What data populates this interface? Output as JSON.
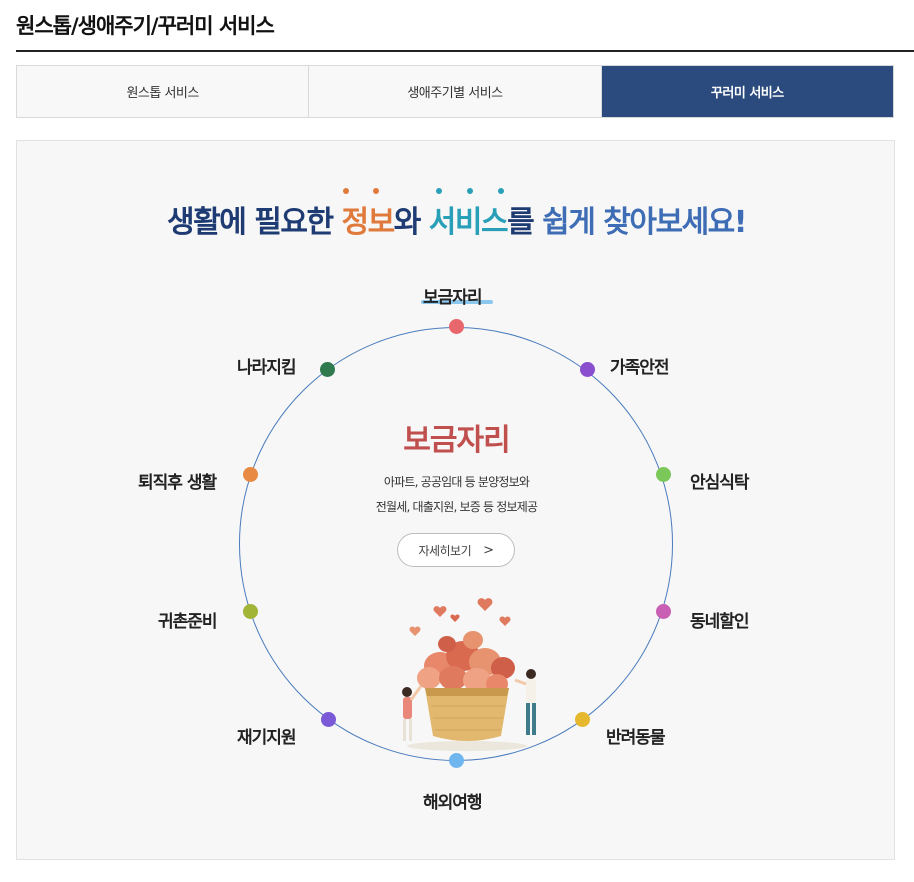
{
  "page": {
    "title": "원스톱/생애주기/꾸러미 서비스"
  },
  "tabs": [
    {
      "label": "원스톱 서비스",
      "active": false
    },
    {
      "label": "생애주기별 서비스",
      "active": false
    },
    {
      "label": "꾸러미 서비스",
      "active": true
    }
  ],
  "headline": {
    "part1": "생활에 필요한 ",
    "part2": "정보",
    "part3": "와 ",
    "part4": "서비스",
    "part5": "를 ",
    "part6": "쉽게 찾아보세요!"
  },
  "circle": {
    "items": [
      {
        "label": "보금자리",
        "color": "#e8676c",
        "selected": true
      },
      {
        "label": "가족안전",
        "color": "#8a4fcf"
      },
      {
        "label": "안심식탁",
        "color": "#7cc75a"
      },
      {
        "label": "동네할인",
        "color": "#c95fb3"
      },
      {
        "label": "반려동물",
        "color": "#e6b82e"
      },
      {
        "label": "해외여행",
        "color": "#6fb6ee"
      },
      {
        "label": "재기지원",
        "color": "#7a5ad6"
      },
      {
        "label": "귀촌준비",
        "color": "#a3b536"
      },
      {
        "label": "퇴직후 생활",
        "color": "#e88a43"
      },
      {
        "label": "나라지킴",
        "color": "#2f7a4f"
      }
    ]
  },
  "detail": {
    "title": "보금자리",
    "desc_line1": "아파트, 공공임대 등 분양정보와",
    "desc_line2": "전월세, 대출지원, 보증 등 정보제공",
    "button_label": "자세히보기",
    "button_arrow": ">"
  },
  "colors": {
    "tab_active_bg": "#2b4a7e",
    "ring": "#4a7bbd",
    "detail_title": "#c0504d"
  }
}
